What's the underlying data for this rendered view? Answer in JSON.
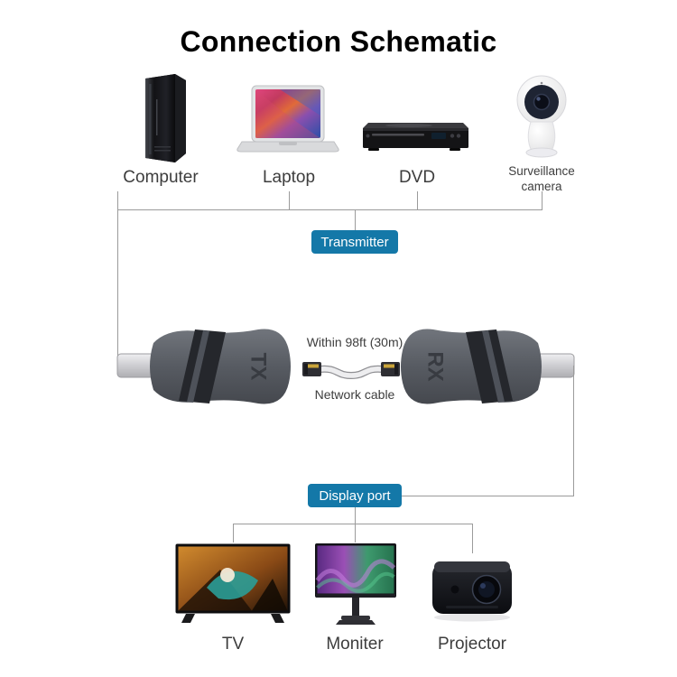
{
  "title": "Connection Schematic",
  "sources": [
    {
      "label": "Computer"
    },
    {
      "label": "Laptop"
    },
    {
      "label": "DVD"
    },
    {
      "label": "Surveillance camera"
    }
  ],
  "transmitter_badge": "Transmitter",
  "display_port_badge": "Display port",
  "link": {
    "tx_label": "TX",
    "rx_label": "RX",
    "distance_label": "Within 98ft (30m)",
    "cable_label": "Network cable"
  },
  "outputs": [
    {
      "label": "TV"
    },
    {
      "label": "Moniter"
    },
    {
      "label": "Projector"
    }
  ],
  "colors": {
    "badge_background": "#1478a8",
    "badge_text": "#ffffff",
    "connector_line": "#9b9b9b",
    "label_text": "#3d3d3d"
  }
}
